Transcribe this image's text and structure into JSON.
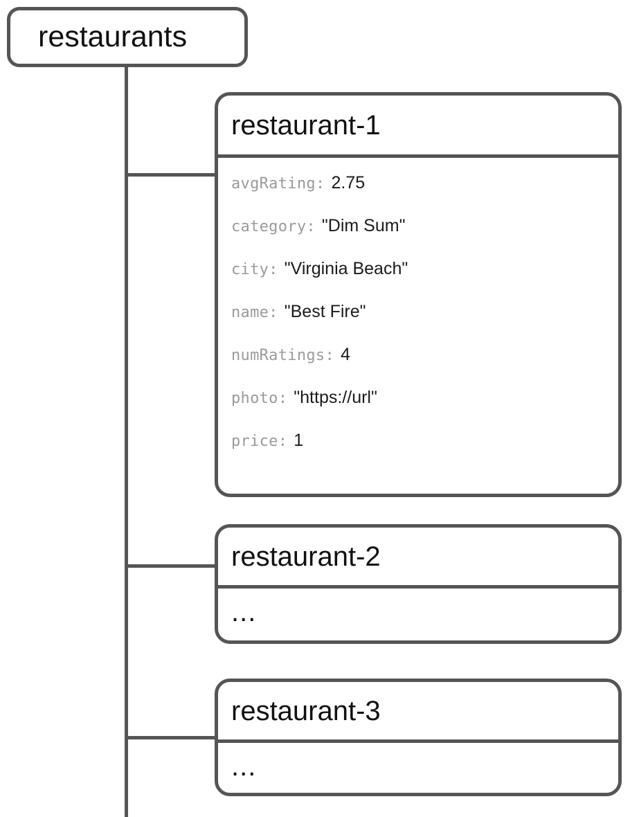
{
  "diagram": {
    "type": "collection-document-tree",
    "root": {
      "label": "restaurants",
      "kind": "collection"
    },
    "documents": [
      {
        "id": "doc-restaurant-1",
        "title": "restaurant-1",
        "kind": "document",
        "fields": [
          {
            "key": "avgRating:",
            "value": "2.75"
          },
          {
            "key": "category:",
            "value": "\"Dim Sum\""
          },
          {
            "key": "city:",
            "value": "\"Virginia Beach\""
          },
          {
            "key": "name:",
            "value": "\"Best Fire\""
          },
          {
            "key": "numRatings:",
            "value": "4"
          },
          {
            "key": "photo:",
            "value": "\"https://url\""
          },
          {
            "key": "price:",
            "value": "1"
          }
        ]
      },
      {
        "id": "doc-restaurant-2",
        "title": "restaurant-2",
        "kind": "document",
        "placeholder": "..."
      },
      {
        "id": "doc-restaurant-3",
        "title": "restaurant-3",
        "kind": "document",
        "placeholder": "..."
      }
    ],
    "colors": {
      "stroke": "#555555",
      "background": "#ffffff",
      "key_text": "#9a9a9a",
      "value_text": "#1a1a1a",
      "title_text": "#111111"
    }
  }
}
